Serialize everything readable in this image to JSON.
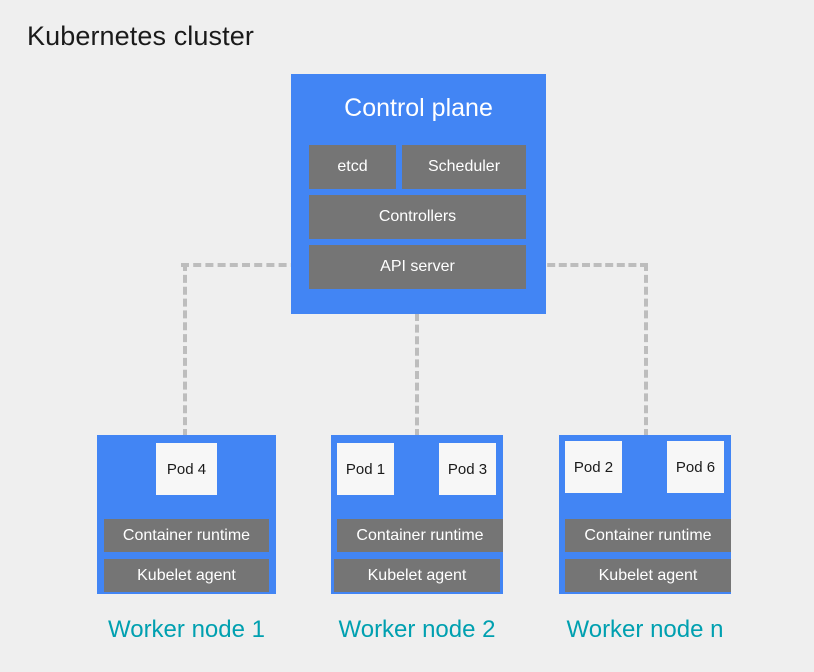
{
  "page": {
    "title": "Kubernetes cluster",
    "background_color": "#efefef"
  },
  "colors": {
    "blue": "#4285f4",
    "gray": "#757575",
    "pod_fill": "#f7f7f7",
    "node_label": "#00a0b0",
    "connector": "#bdbdbd"
  },
  "control_plane": {
    "title": "Control plane",
    "components": [
      {
        "label": "etcd"
      },
      {
        "label": "Scheduler"
      },
      {
        "label": "Controllers"
      },
      {
        "label": "API server"
      }
    ]
  },
  "worker_nodes": [
    {
      "label": "Worker node 1",
      "pods": [
        {
          "label": "Pod 4"
        }
      ],
      "runtime_label": "Container runtime",
      "kubelet_label": "Kubelet agent"
    },
    {
      "label": "Worker node 2",
      "pods": [
        {
          "label": "Pod 1"
        },
        {
          "label": "Pod 3"
        }
      ],
      "runtime_label": "Container runtime",
      "kubelet_label": "Kubelet agent"
    },
    {
      "label": "Worker node n",
      "pods": [
        {
          "label": "Pod 2"
        },
        {
          "label": "Pod 6"
        }
      ],
      "runtime_label": "Container runtime",
      "kubelet_label": "Kubelet agent"
    }
  ]
}
